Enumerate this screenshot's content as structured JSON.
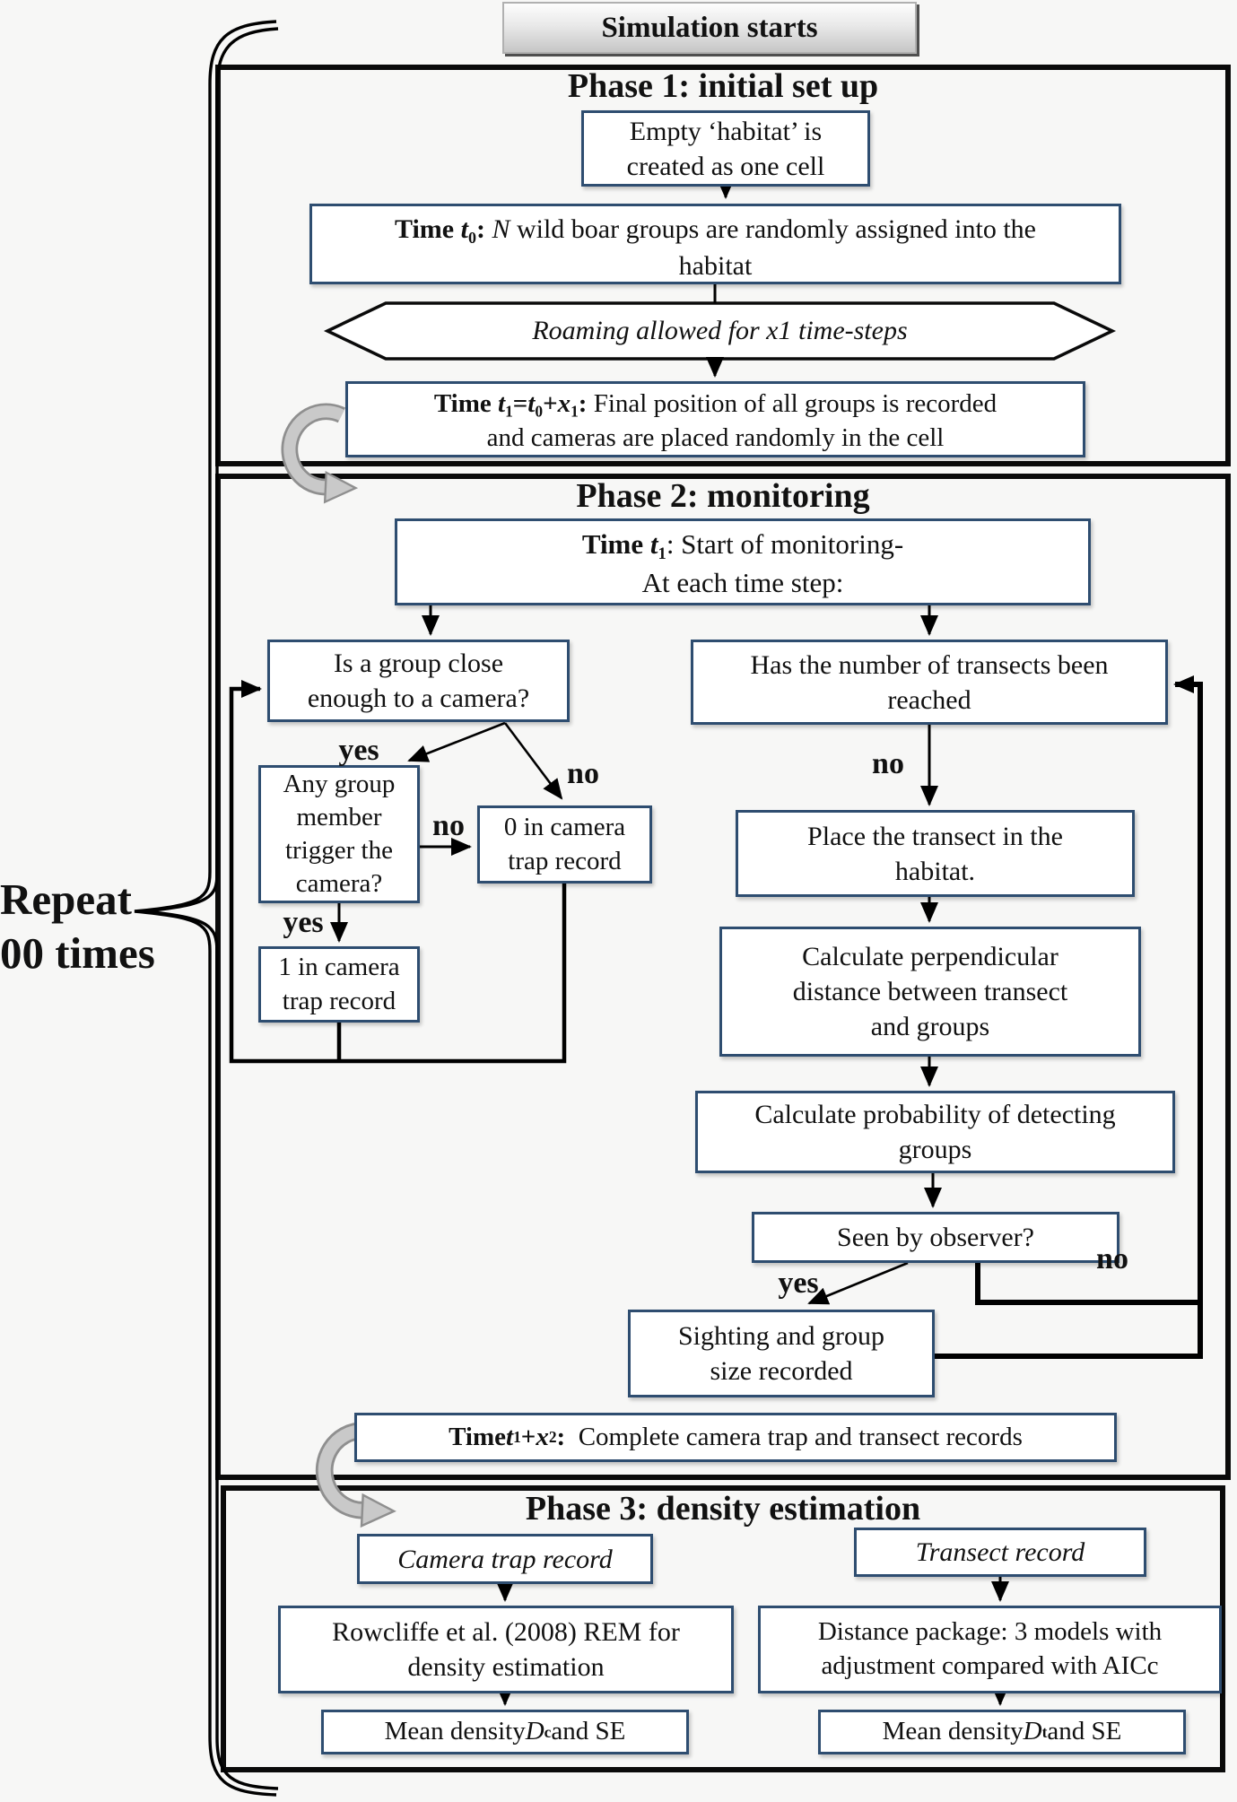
{
  "colors": {
    "box_border": "#2e4d70",
    "phase_border": "#0a0a0a",
    "gray_arrow_fill": "#c9c9c9",
    "gray_arrow_edge": "#8f8f8f",
    "button_face_gradient_bottom": "#c6c6c6"
  },
  "labels": {
    "yes": "yes",
    "no": "no"
  },
  "repeat": {
    "line1": "Repeat",
    "line2": "00 times"
  },
  "start_button": {
    "label": "Simulation starts"
  },
  "phase1": {
    "title": "Phase 1: initial set up",
    "empty_habitat": [
      "Empty ‘habitat’ is",
      "created as one cell"
    ],
    "assign": [
      {
        "t": "Time ",
        "b": 1
      },
      {
        "t": "t",
        "b": 1,
        "i": 1
      },
      {
        "t": "0",
        "b": 1,
        "sub": 1
      },
      {
        "t": ": ",
        "b": 1
      },
      {
        "t": "N",
        "i": 1
      },
      {
        "t": " wild boar groups are randomly assigned into the"
      },
      {
        "br": 1
      },
      {
        "t": "habitat"
      }
    ],
    "roaming": [
      {
        "t": "Roaming allowed for x1 time-steps",
        "i": 1
      }
    ],
    "final_position": [
      {
        "t": "Time ",
        "b": 1
      },
      {
        "t": "t",
        "b": 1,
        "i": 1
      },
      {
        "t": "1",
        "b": 1,
        "sub": 1
      },
      {
        "t": "=",
        "b": 1
      },
      {
        "t": "t",
        "b": 1,
        "i": 1
      },
      {
        "t": "0",
        "b": 1,
        "sub": 1
      },
      {
        "t": "+",
        "b": 1
      },
      {
        "t": "x",
        "b": 1,
        "i": 1
      },
      {
        "t": "1",
        "b": 1,
        "sub": 1
      },
      {
        "t": ": ",
        "b": 1
      },
      {
        "t": "Final position of all groups is recorded"
      },
      {
        "br": 1
      },
      {
        "t": "and cameras are placed randomly in the cell"
      }
    ]
  },
  "phase2": {
    "title": "Phase 2: monitoring",
    "start_monitoring": [
      {
        "t": "Time ",
        "b": 1
      },
      {
        "t": "t",
        "b": 1,
        "i": 1
      },
      {
        "t": "1",
        "b": 1,
        "sub": 1
      },
      {
        "t": ": Start of monitoring-"
      },
      {
        "br": 1
      },
      {
        "t": "At each time step:"
      }
    ],
    "camera_question": [
      "Is a group close",
      "enough to a camera?"
    ],
    "transect_question": [
      "Has the number of transects been",
      "reached"
    ],
    "trigger_question": [
      "Any group",
      "member",
      "trigger the",
      "camera?"
    ],
    "zero_record": [
      "0 in camera",
      "trap record"
    ],
    "one_record": [
      "1 in camera",
      "trap record"
    ],
    "place_transect": [
      "Place the transect in the",
      "habitat."
    ],
    "perpendicular": [
      "Calculate perpendicular",
      "distance between transect",
      "and groups"
    ],
    "probability": [
      "Calculate  probability of detecting",
      "groups"
    ],
    "seen": [
      "Seen by observer?"
    ],
    "sighting": [
      "Sighting and group",
      "size recorded"
    ],
    "complete": [
      {
        "t": "Time ",
        "b": 1
      },
      {
        "t": "t",
        "b": 1,
        "i": 1
      },
      {
        "t": "1",
        "b": 1,
        "sub": 1
      },
      {
        "t": "+",
        "b": 1
      },
      {
        "t": "x",
        "b": 1,
        "i": 1
      },
      {
        "t": "2",
        "b": 1,
        "sub": 1
      },
      {
        "t": ":",
        "b": 1
      },
      {
        "t": "  Complete camera trap and transect records"
      }
    ]
  },
  "phase3": {
    "title": "Phase 3: density estimation",
    "camera_record": [
      {
        "t": "Camera trap record",
        "i": 1
      }
    ],
    "transect_record": [
      {
        "t": "Transect record",
        "i": 1
      }
    ],
    "rem": [
      "Rowcliffe et al. (2008) REM for",
      "density estimation"
    ],
    "distance": [
      "Distance package: 3 models with",
      "adjustment compared with AICc"
    ],
    "mean_c": [
      {
        "t": "Mean density "
      },
      {
        "t": "D",
        "i": 1
      },
      {
        "t": "c",
        "sub": 1,
        "b": 1
      },
      {
        "t": " and SE"
      }
    ],
    "mean_t": [
      {
        "t": "Mean density "
      },
      {
        "t": "D",
        "i": 1
      },
      {
        "t": "t",
        "sub": 1,
        "b": 1
      },
      {
        "t": " and SE"
      }
    ]
  }
}
